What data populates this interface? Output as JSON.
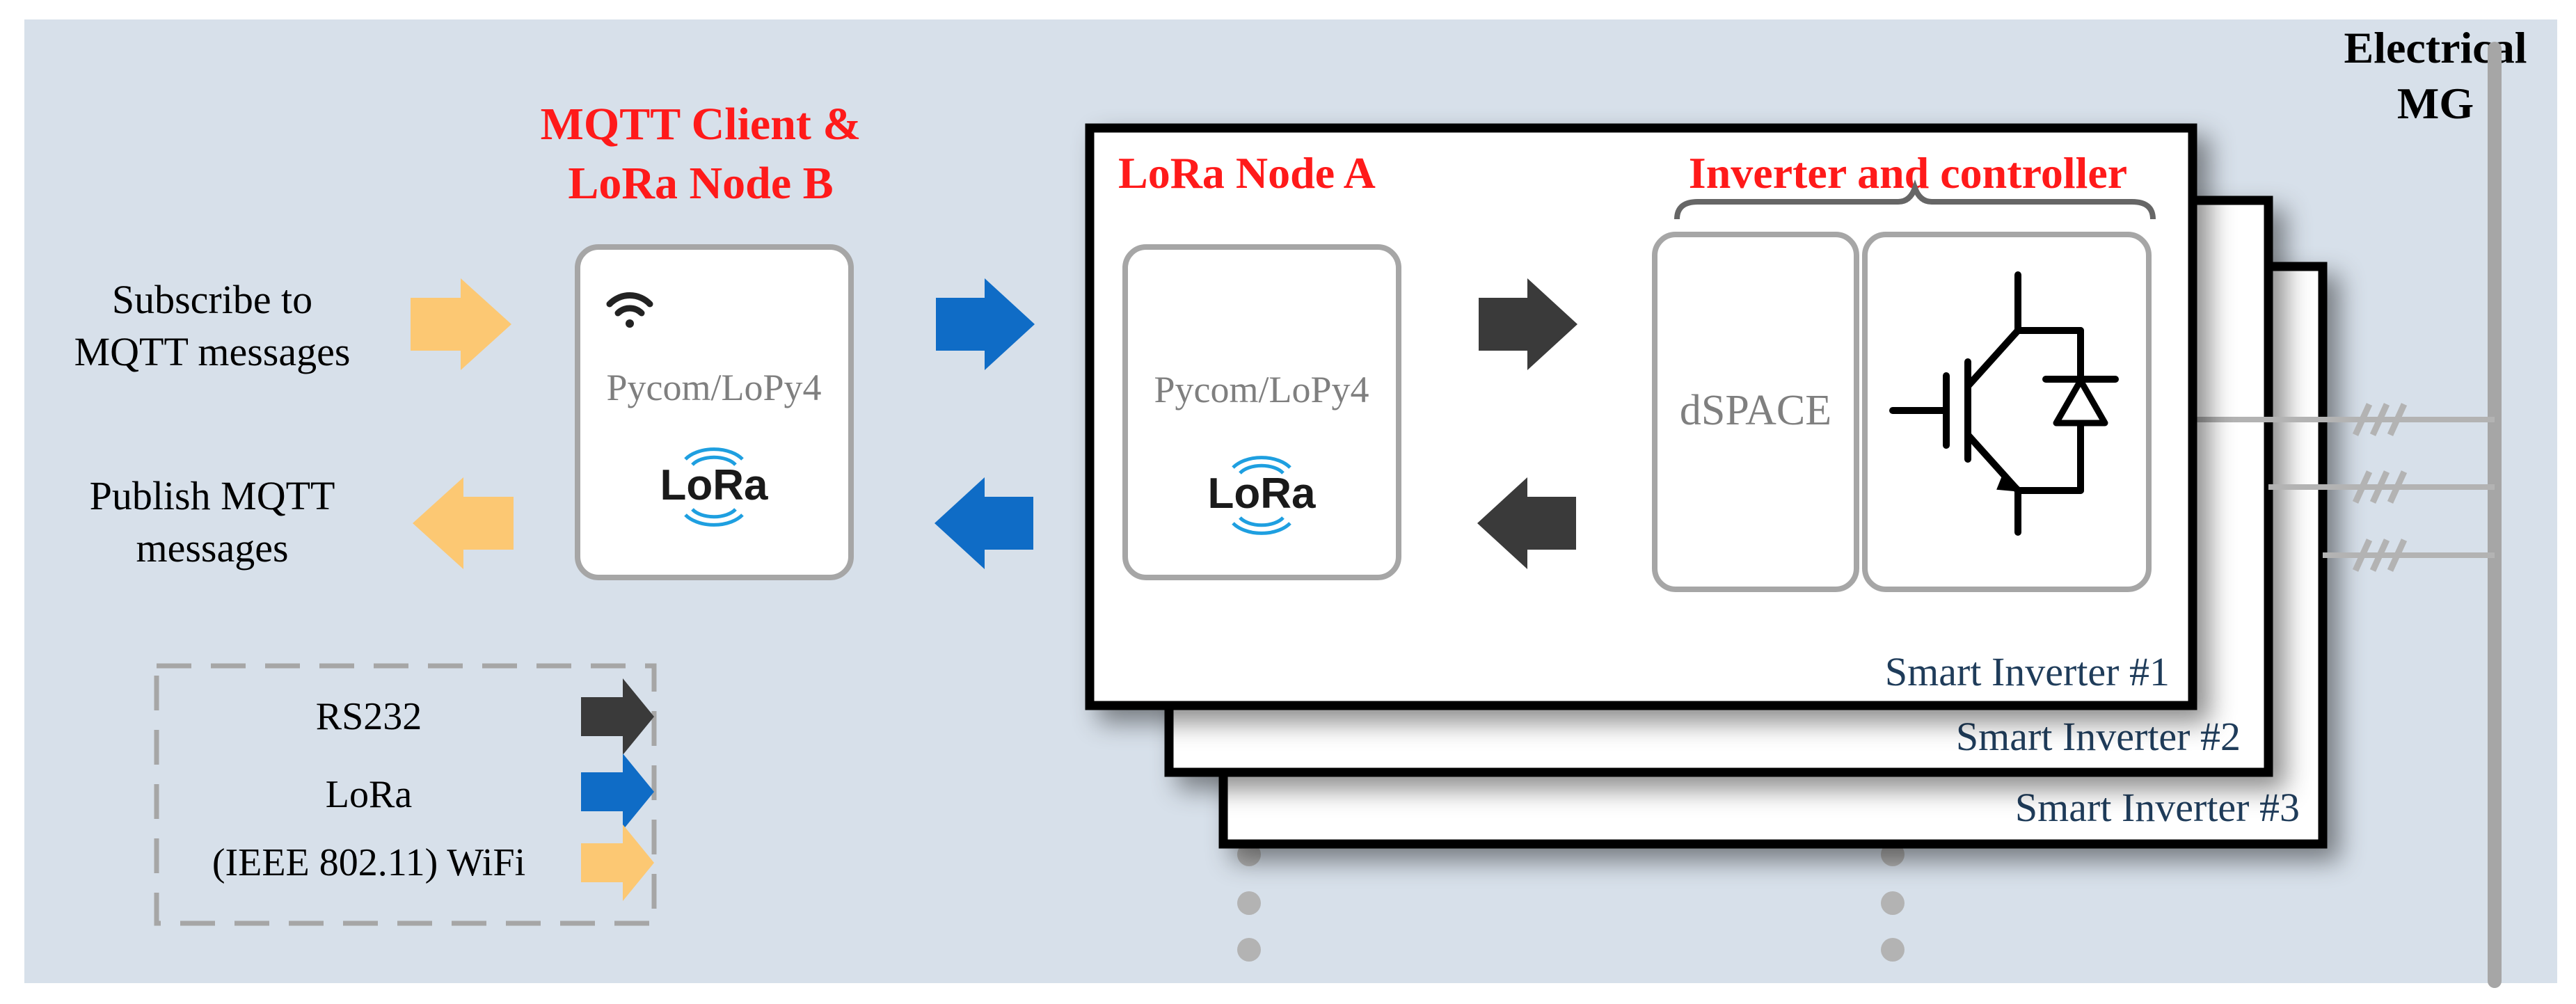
{
  "client": {
    "title_line1": "MQTT Client &",
    "title_line2": "LoRa Node B",
    "device_label": "Pycom/LoPy4",
    "lora_logo": "LoRa"
  },
  "left_actions": {
    "subscribe_line1": "Subscribe to",
    "subscribe_line2": "MQTT messages",
    "publish_line1": "Publish MQTT",
    "publish_line2": "messages"
  },
  "legend": {
    "rs232": "RS232",
    "lora": "LoRa",
    "wifi": "(IEEE 802.11) WiFi"
  },
  "node_a": {
    "title": "LoRa Node A",
    "device_label": "Pycom/LoPy4",
    "lora_logo": "LoRa"
  },
  "inverter": {
    "title": "Inverter and controller",
    "controller_label": "dSPACE"
  },
  "smart_inverters": {
    "card1": "Smart Inverter #1",
    "card2": "Smart Inverter #2",
    "card3": "Smart Inverter #3"
  },
  "grid": {
    "line1": "Electrical",
    "line2": "MG"
  },
  "colors": {
    "background": "#d7e0ea",
    "title_red": "#ff1a1a",
    "lora_blue": "#0f6cc6",
    "wifi_yellow": "#fcc873",
    "rs232_dark": "#3a3a3a",
    "card_text": "#1f3c5a",
    "box_border": "#a6a6a6"
  },
  "icons": [
    "wifi-icon",
    "lora-logo-icon",
    "igbt-symbol-icon",
    "three-phase-line-icon"
  ]
}
